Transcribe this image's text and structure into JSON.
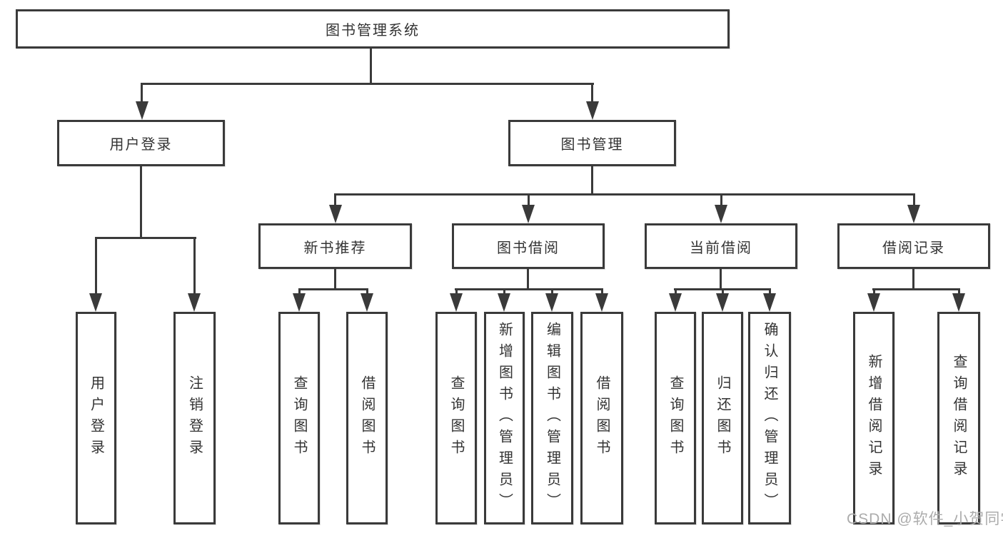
{
  "colors": {
    "line": "#3a3a3a",
    "text": "#333333",
    "box_bg": "#ffffff",
    "watermark": "#acacac"
  },
  "watermark": {
    "text": "CSDN @软件_小贺同学"
  },
  "tree": {
    "root": {
      "label": "图书管理系统",
      "children": [
        {
          "label": "用户登录",
          "children": [
            {
              "label": "用户登录"
            },
            {
              "label": "注销登录"
            }
          ]
        },
        {
          "label": "图书管理",
          "children": [
            {
              "label": "新书推荐",
              "children": [
                {
                  "label": "查询图书"
                },
                {
                  "label": "借阅图书"
                }
              ]
            },
            {
              "label": "图书借阅",
              "children": [
                {
                  "label": "查询图书"
                },
                {
                  "label": "新增图书（管理员）"
                },
                {
                  "label": "编辑图书（管理员）"
                },
                {
                  "label": "借阅图书"
                }
              ]
            },
            {
              "label": "当前借阅",
              "children": [
                {
                  "label": "查询图书"
                },
                {
                  "label": "归还图书"
                },
                {
                  "label": "确认归还（管理员）"
                }
              ]
            },
            {
              "label": "借阅记录",
              "children": [
                {
                  "label": "新增借阅记录"
                },
                {
                  "label": "查询借阅记录"
                }
              ]
            }
          ]
        }
      ]
    }
  }
}
